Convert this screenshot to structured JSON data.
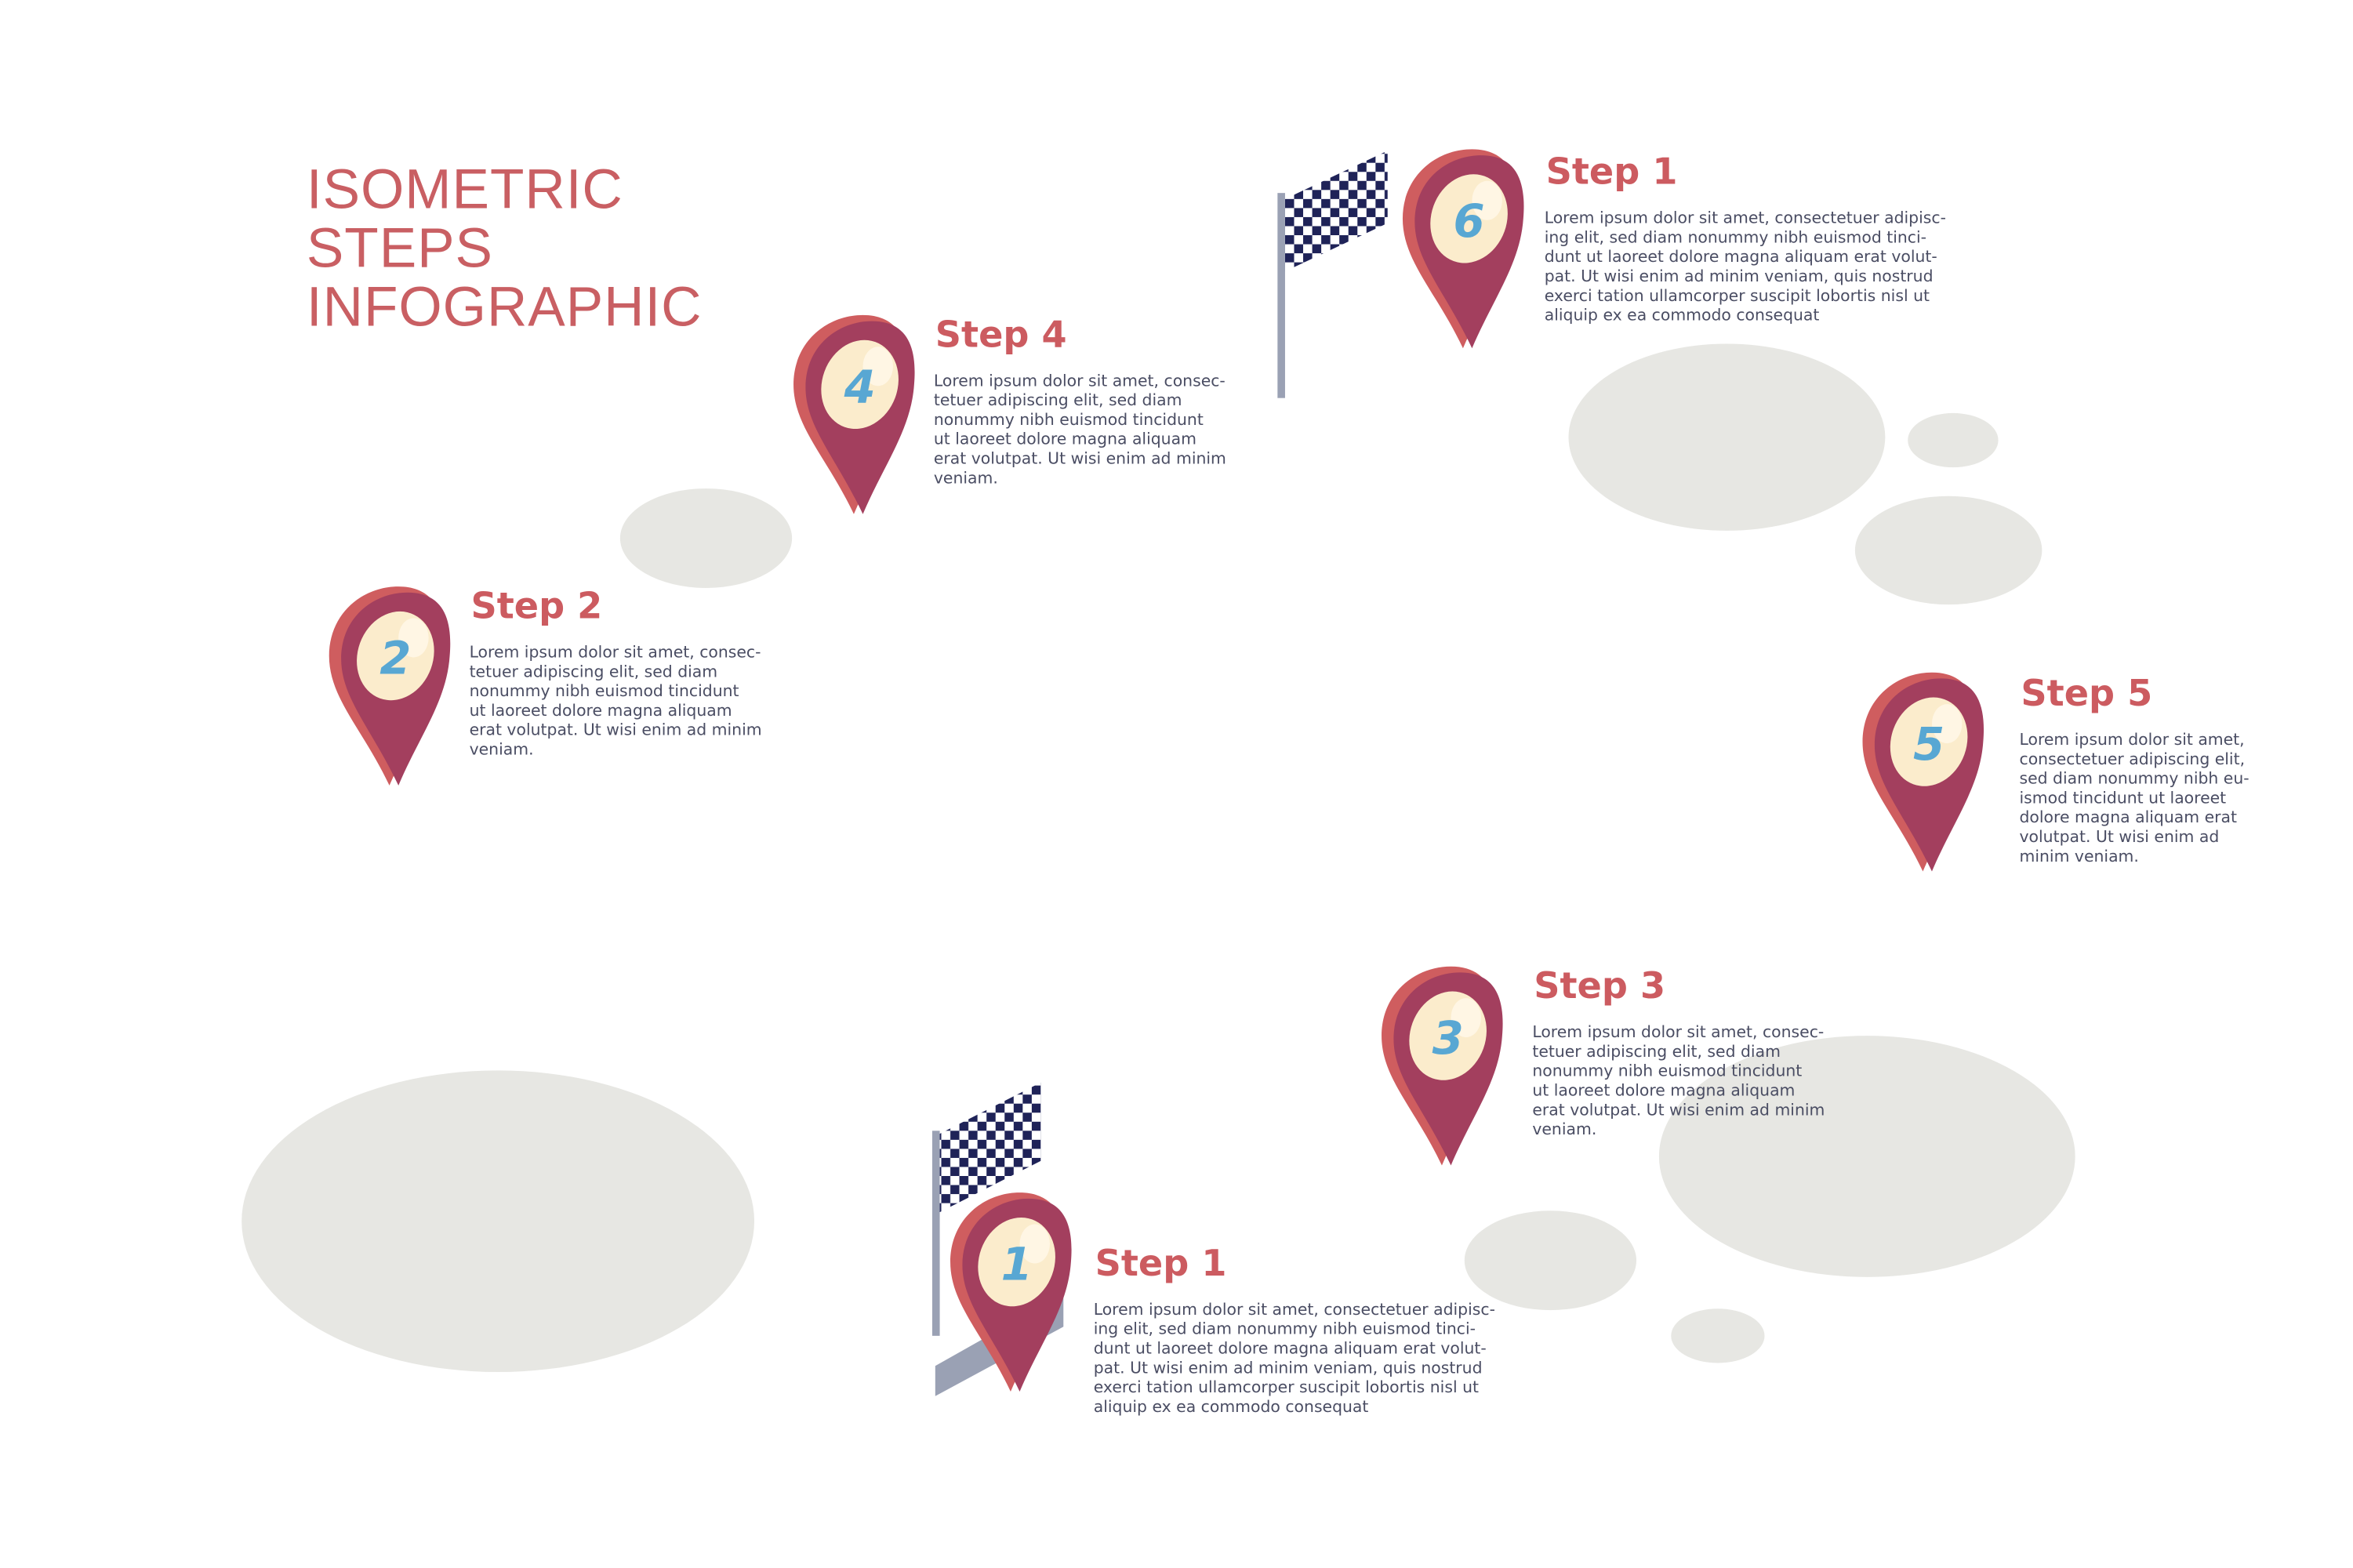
{
  "title": {
    "lines": [
      "ISOMETRIC",
      "STEPS",
      "INFOGRAPHIC"
    ]
  },
  "colors": {
    "accent": "#c95f63",
    "road_top": "#787a9b",
    "road_side": "#4a5278",
    "pin": "#a33f5e",
    "pin_face": "#fbeccc",
    "number": "#58a7d3",
    "shadow": "#e6e6e2"
  },
  "steps": [
    {
      "pin": "1",
      "heading": "Step 1",
      "lines": [
        "Lorem ipsum dolor sit amet, consectetuer adipisc-",
        "ing elit, sed diam nonummy nibh euismod tinci-",
        "dunt ut laoreet dolore magna aliquam erat volut-",
        "pat. Ut wisi enim ad minim veniam, quis nostrud",
        "exerci tation ullamcorper suscipit lobortis nisl ut",
        "aliquip ex ea commodo consequat"
      ]
    },
    {
      "pin": "2",
      "heading": "Step 2",
      "lines": [
        "Lorem ipsum dolor sit amet, consec-",
        "tetuer adipiscing elit, sed diam",
        "nonummy nibh euismod tincidunt",
        "ut laoreet dolore magna aliquam",
        "erat volutpat. Ut wisi enim ad minim",
        "veniam."
      ]
    },
    {
      "pin": "3",
      "heading": "Step 3",
      "lines": [
        "Lorem ipsum dolor sit amet, consec-",
        "tetuer adipiscing elit, sed diam",
        "nonummy nibh euismod tincidunt",
        "ut laoreet dolore magna aliquam",
        "erat volutpat. Ut wisi enim ad minim",
        "veniam."
      ]
    },
    {
      "pin": "4",
      "heading": "Step 4",
      "lines": [
        "Lorem ipsum dolor sit amet, consec-",
        "tetuer adipiscing elit, sed diam",
        "nonummy nibh euismod tincidunt",
        "ut laoreet dolore magna aliquam",
        "erat volutpat. Ut wisi enim ad minim",
        "veniam."
      ]
    },
    {
      "pin": "5",
      "heading": "Step 5",
      "lines": [
        "Lorem ipsum dolor sit amet,",
        "consectetuer adipiscing elit,",
        "sed diam nonummy nibh eu-",
        "ismod tincidunt ut laoreet",
        "dolore magna aliquam erat",
        "volutpat. Ut wisi enim ad",
        "minim veniam."
      ]
    },
    {
      "pin": "6",
      "heading": "Step 1",
      "lines": [
        "Lorem ipsum dolor sit amet, consectetuer adipisc-",
        "ing elit, sed diam nonummy nibh euismod tinci-",
        "dunt ut laoreet dolore magna aliquam erat volut-",
        "pat. Ut wisi enim ad minim veniam, quis nostrud",
        "exerci tation ullamcorper suscipit lobortis nisl ut",
        "aliquip ex ea commodo consequat"
      ]
    }
  ]
}
